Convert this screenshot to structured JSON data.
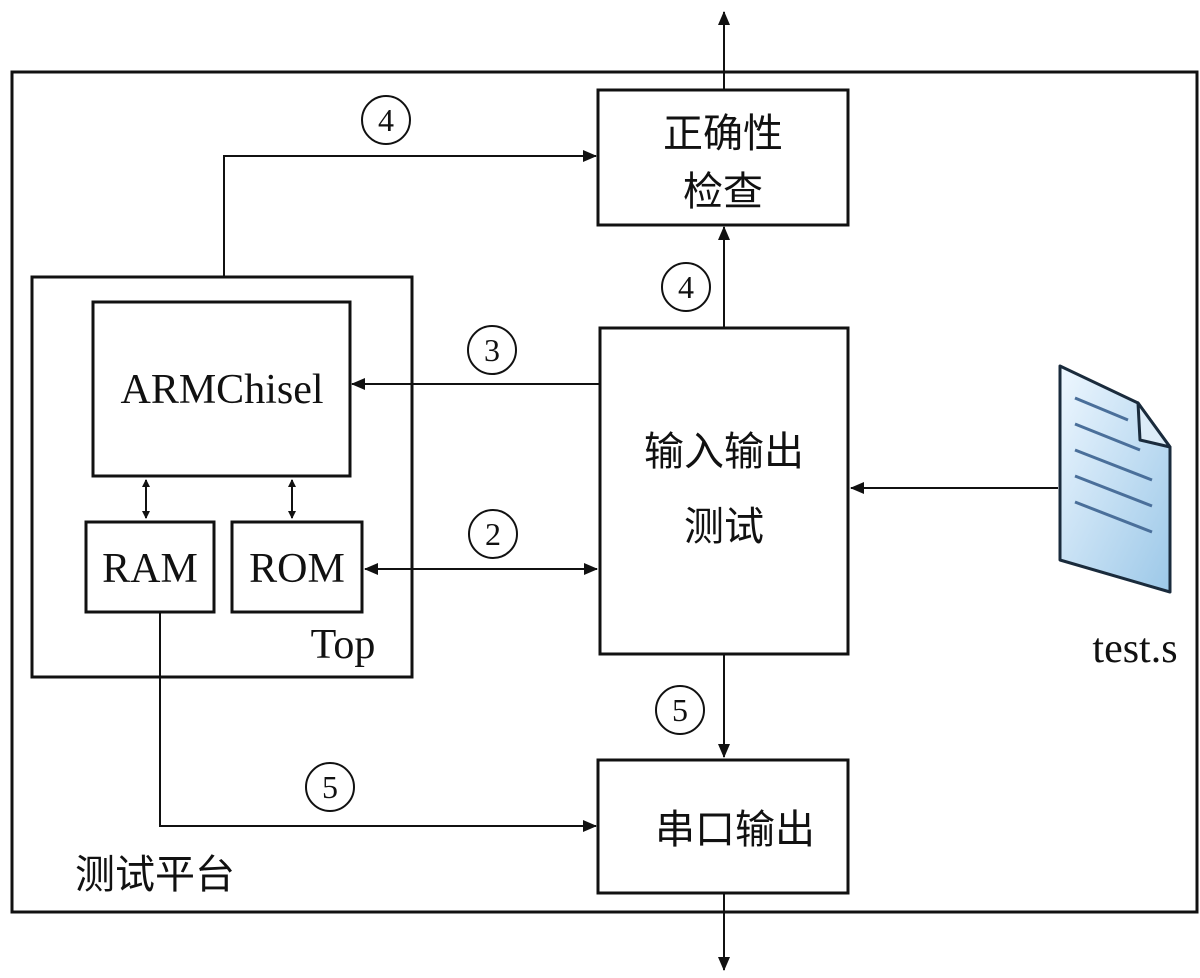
{
  "platform_label": "测试平台",
  "top_label": "Top",
  "modules": {
    "correctness_line1": "正确性",
    "correctness_line2": "检查",
    "io_test_line1": "输入输出",
    "io_test_line2": "测试",
    "serial_output": "串口输出",
    "armchisel": "ARMChisel",
    "ram": "RAM",
    "rom": "ROM"
  },
  "file": {
    "name": "test.s"
  },
  "steps": {
    "s2": "2",
    "s3": "3",
    "s4_top": "4",
    "s4_mid": "4",
    "s5_right": "5",
    "s5_bottom": "5"
  }
}
